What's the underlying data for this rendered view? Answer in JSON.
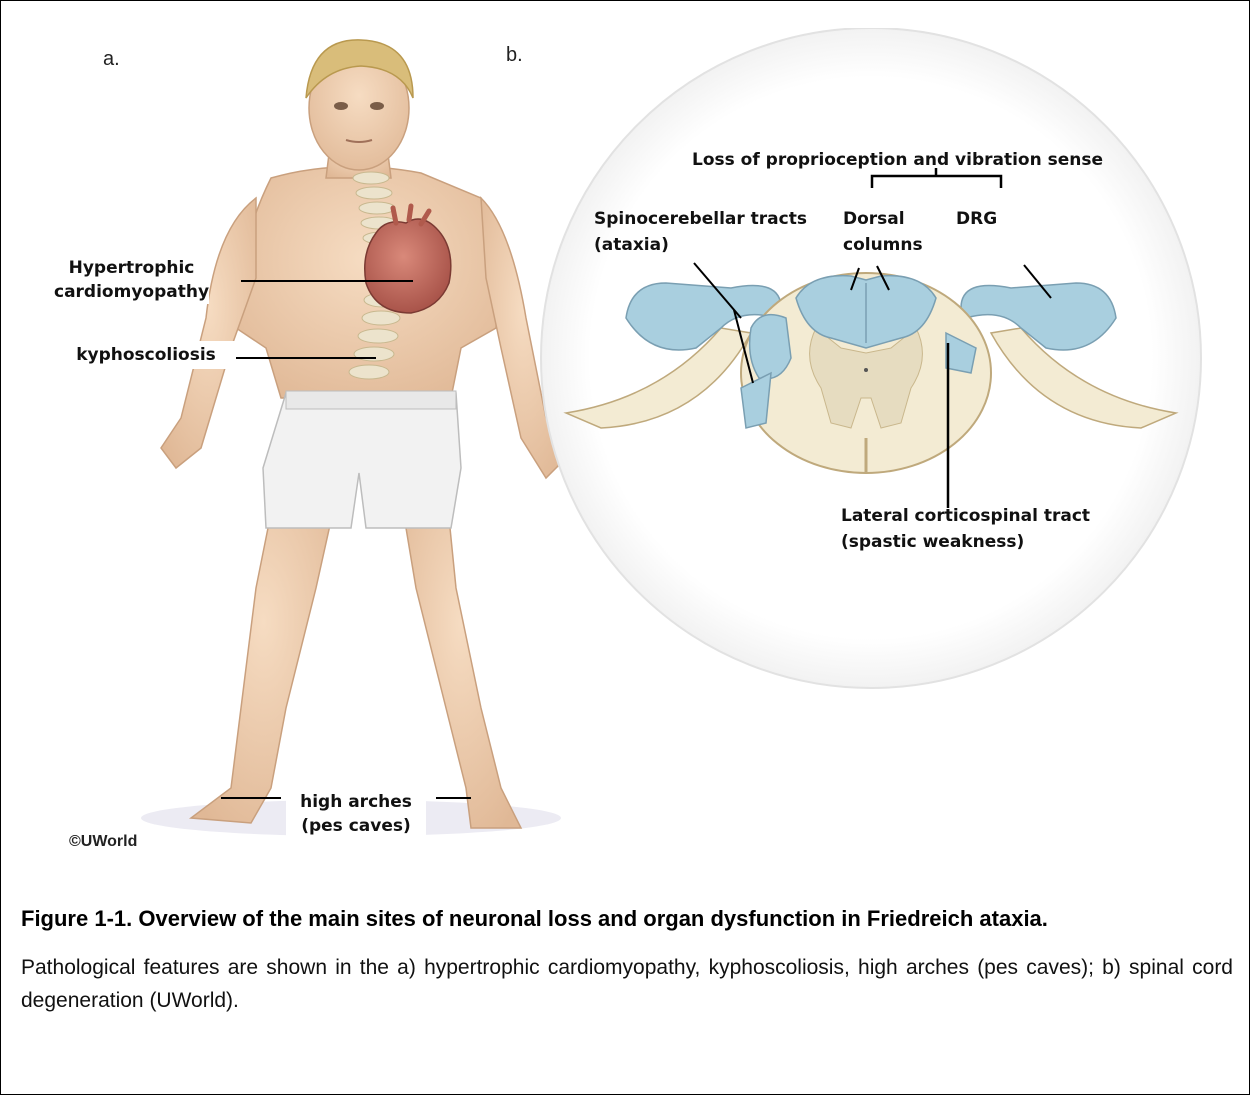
{
  "panel_a": {
    "letter": "a.",
    "labels": {
      "cardiomyopathy_line1": "Hypertrophic",
      "cardiomyopathy_line2": "cardiomyopathy",
      "kyphoscoliosis": "kyphoscoliosis",
      "arches_line1": "high arches",
      "arches_line2": "(pes caves)"
    },
    "copyright": "©UWorld"
  },
  "panel_b": {
    "letter": "b.",
    "labels": {
      "loss_title": "Loss of proprioception and vibration sense",
      "spino_line1": "Spinocerebellar tracts",
      "spino_line2": "(ataxia)",
      "dorsal_line1": "Dorsal",
      "dorsal_line2": "columns",
      "drg": "DRG",
      "lateral_line1": "Lateral corticospinal tract",
      "lateral_line2": "(spastic weakness)"
    },
    "colors": {
      "affected": "#a9cfdf",
      "tissue": "#f3ebd3",
      "grey_matter": "#e6dcc0"
    }
  },
  "caption": {
    "title": "Figure 1-1. Overview of the main sites of neuronal loss and organ dysfunction in Friedreich ataxia.",
    "body": "Pathological features are shown in the a) hypertrophic cardiomyopathy, kyphoscoliosis, high arches (pes caves); b) spinal cord degeneration (UWorld)."
  }
}
